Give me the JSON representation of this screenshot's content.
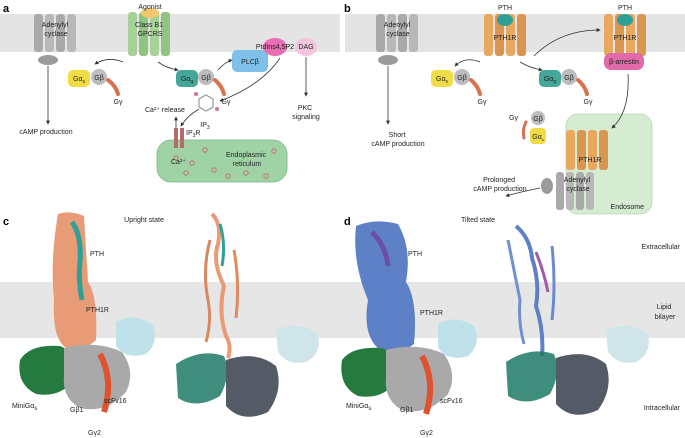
{
  "panels": {
    "a": "a",
    "b": "b",
    "c": "c",
    "d": "d"
  },
  "colors": {
    "membrane": "#e2e2e2",
    "gpcr_orange": "#e9a860",
    "gpcr_green": "#a6d29a",
    "galpha_yellow": "#f2dc45",
    "galpha_teal": "#45a79a",
    "gbeta_grey": "#bdbdbd",
    "ggamma_salmon": "#d9714f",
    "plc_blue": "#7fc0e8",
    "pip2_pink": "#e86fb1",
    "dag_pink": "#f5c6de",
    "er_green": "#9fd3a6",
    "endosome_green": "#d6ecd1",
    "arrestin_pink": "#e26aa9",
    "pth_teal": "#2ea096",
    "pth1r_blue": "#5e80c6",
    "pth_purple": "#6b4ea8",
    "minig_green": "#257a40",
    "gamma_red": "#e0512e",
    "scfv_lightblue": "#bfe2ea",
    "c_pth1r_salmon": "#e79b76"
  },
  "panel_a": {
    "adenylyl_cyclase": "Adenylyl\ncyclase",
    "agonist": "Agonist",
    "receptor": "Class B1\nGPCRs",
    "galpha_s": "Gαs",
    "gbeta": "Gβ",
    "ggamma": "Gγ",
    "galpha_q": "Gαq",
    "plcb": "PLCβ",
    "pip2": "PtdIns4,5P2",
    "dag": "DAG",
    "camp": "cAMP production",
    "ca_release": "Ca²⁺ release",
    "ip3": "IP3",
    "ip3r": "IP3R",
    "ca": "Ca²⁺",
    "er": "Endoplasmic\nreticulum",
    "pkc": "PKC\nsignaling"
  },
  "panel_b": {
    "adenylyl_cyclase": "Adenylyl\ncyclase",
    "pth_left": "PTH",
    "pth1r_left": "PTH1R",
    "pth_right": "PTH",
    "pth1r_right": "PTH1R",
    "barrestin": "β-arrestin",
    "galpha_s": "Gαs",
    "gbeta": "Gβ",
    "ggamma": "Gγ",
    "short_camp": "Short\ncAMP production",
    "prolonged_camp": "Prolonged\ncAMP production",
    "endosome_gbeta": "Gβ",
    "endosome_ggamma": "Gγ",
    "endosome_galpha": "Gαs",
    "endosome_pth1r": "PTH1R",
    "endosome_cyclase": "Adenylyl\ncyclase",
    "endosome": "Endosome"
  },
  "panel_c": {
    "state": "Upright state",
    "pth": "PTH",
    "pth1r": "PTH1R",
    "minig": "MiniGαs",
    "gb1": "Gβ1",
    "scfv": "scFv16",
    "gg2": "Gγ2"
  },
  "panel_d": {
    "state": "Tilted state",
    "pth": "PTH",
    "pth1r": "PTH1R",
    "minig": "MiniGαs",
    "gb1": "Gβ1",
    "scfv": "scFv16",
    "gg2": "Gγ2",
    "extracellular": "Extracellular",
    "lipid": "Lipid\nbilayer",
    "intracellular": "Intracellular"
  }
}
